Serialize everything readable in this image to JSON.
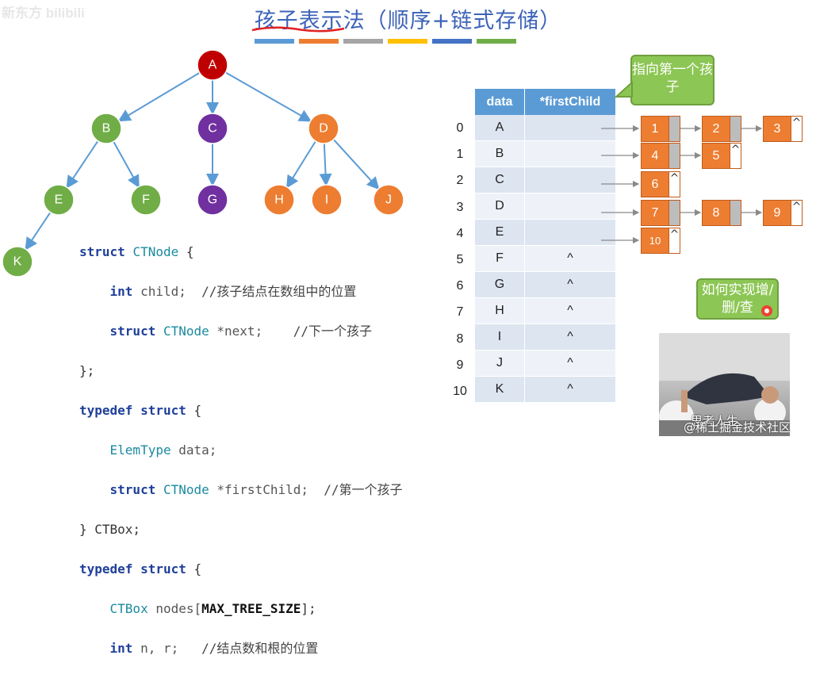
{
  "title": "孩子表示法（顺序+链式存储）",
  "title_colorbars": [
    "#5b9bd5",
    "#ed7d31",
    "#a5a5a5",
    "#ffc000",
    "#4472c4",
    "#70ad47"
  ],
  "corner_mark": "新东方 bilibili",
  "tree": {
    "nodes": [
      {
        "label": "A",
        "color": "#c00000"
      },
      {
        "label": "B",
        "color": "#70ad47"
      },
      {
        "label": "C",
        "color": "#7030a0"
      },
      {
        "label": "D",
        "color": "#ed7d31"
      },
      {
        "label": "E",
        "color": "#70ad47"
      },
      {
        "label": "F",
        "color": "#70ad47"
      },
      {
        "label": "G",
        "color": "#7030a0"
      },
      {
        "label": "H",
        "color": "#ed7d31"
      },
      {
        "label": "I",
        "color": "#ed7d31"
      },
      {
        "label": "J",
        "color": "#ed7d31"
      },
      {
        "label": "K",
        "color": "#70ad47"
      }
    ],
    "edge_color": "#5b9bd5"
  },
  "code": {
    "l1_kw": "struct",
    "l1_ty": "CTNode",
    "l1_rest": " {",
    "l2_kw": "int",
    "l2_id": " child;",
    "l2_cm": "  //孩子结点在数组中的位置",
    "l3_kw": "struct",
    "l3_ty": " CTNode",
    "l3_id": " *next;",
    "l3_cm": "    //下一个孩子",
    "l4": "};",
    "l5_kw": "typedef struct",
    "l5_rest": " {",
    "l6_ty": "ElemType",
    "l6_id": " data;",
    "l7_kw": "struct",
    "l7_ty": " CTNode",
    "l7_id": " *firstChild;",
    "l7_cm": "  //第一个孩子",
    "l8": "} CTBox;",
    "l9_kw": "typedef struct",
    "l9_rest": " {",
    "l10_ty": "CTBox",
    "l10_id": " nodes[",
    "l10_b": "MAX_TREE_SIZE",
    "l10_end": "];",
    "l11_kw": "int",
    "l11_id": " n, r;",
    "l11_cm": "   //结点数和根的位置"
  },
  "table": {
    "headers": [
      "data",
      "*firstChild"
    ],
    "indices": [
      "0",
      "1",
      "2",
      "3",
      "4",
      "5",
      "6",
      "7",
      "8",
      "9",
      "10"
    ],
    "rows": [
      {
        "data": "A",
        "fc": ""
      },
      {
        "data": "B",
        "fc": ""
      },
      {
        "data": "C",
        "fc": ""
      },
      {
        "data": "D",
        "fc": ""
      },
      {
        "data": "E",
        "fc": ""
      },
      {
        "data": "F",
        "fc": "^"
      },
      {
        "data": "G",
        "fc": "^"
      },
      {
        "data": "H",
        "fc": "^"
      },
      {
        "data": "I",
        "fc": "^"
      },
      {
        "data": "J",
        "fc": "^"
      },
      {
        "data": "K",
        "fc": "^"
      }
    ]
  },
  "lists": {
    "row0": [
      "1",
      "2",
      "3"
    ],
    "row1": [
      "4",
      "5"
    ],
    "row2": [
      "6"
    ],
    "row3": [
      "7",
      "8",
      "9"
    ],
    "row4": [
      "10"
    ],
    "null_mark": "^"
  },
  "callout_top": "指向第一个孩子",
  "callout_video": "如何实现增/删/查",
  "video_caption": "思考人生",
  "watermark": "@稀土掘金技术社区"
}
